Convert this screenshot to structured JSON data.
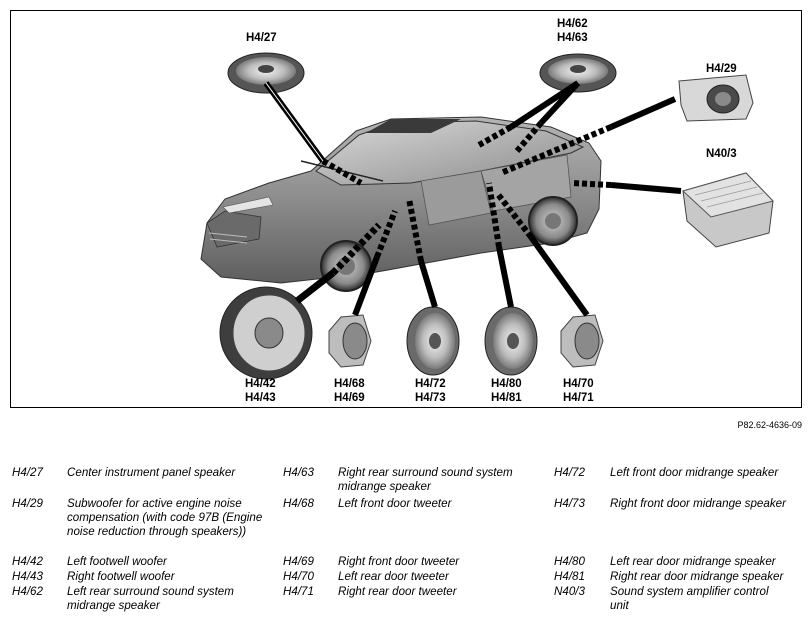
{
  "figure": {
    "labels": {
      "h4_27": [
        "H4/27"
      ],
      "h4_62_63": [
        "H4/62",
        "H4/63"
      ],
      "h4_29": [
        "H4/29"
      ],
      "n40_3": [
        "N40/3"
      ],
      "h4_42_43": [
        "H4/42",
        "H4/43"
      ],
      "h4_68_69": [
        "H4/68",
        "H4/69"
      ],
      "h4_72_73": [
        "H4/72",
        "H4/73"
      ],
      "h4_80_81": [
        "H4/80",
        "H4/81"
      ],
      "h4_70_71": [
        "H4/70",
        "H4/71"
      ]
    },
    "reference": "P82.62-4636-09"
  },
  "legend": {
    "col1": [
      {
        "code": "H4/27",
        "desc": "Center instrument panel speaker"
      },
      {
        "code": "H4/29",
        "desc": "Subwoofer for active engine noise compensation (with code 97B (Engine noise reduction through speakers))"
      },
      {
        "code": "H4/42",
        "desc": "Left footwell woofer"
      },
      {
        "code": "H4/43",
        "desc": "Right footwell woofer"
      },
      {
        "code": "H4/62",
        "desc": "Left rear surround sound system midrange speaker"
      }
    ],
    "col2": [
      {
        "code": "H4/63",
        "desc": "Right rear surround sound system midrange speaker"
      },
      {
        "code": "H4/68",
        "desc": "Left front door tweeter"
      },
      {
        "code": "H4/69",
        "desc": "Right front door tweeter"
      },
      {
        "code": "H4/70",
        "desc": "Left rear door tweeter"
      },
      {
        "code": "H4/71",
        "desc": "Right rear door tweeter"
      }
    ],
    "col3": [
      {
        "code": "H4/72",
        "desc": "Left front door midrange speaker"
      },
      {
        "code": "H4/73",
        "desc": "Right front door midrange speaker"
      },
      {
        "code": "H4/80",
        "desc": "Left rear door midrange speaker"
      },
      {
        "code": "H4/81",
        "desc": "Right rear door midrange speaker"
      },
      {
        "code": "N40/3",
        "desc": "Sound system amplifier control unit"
      }
    ]
  }
}
